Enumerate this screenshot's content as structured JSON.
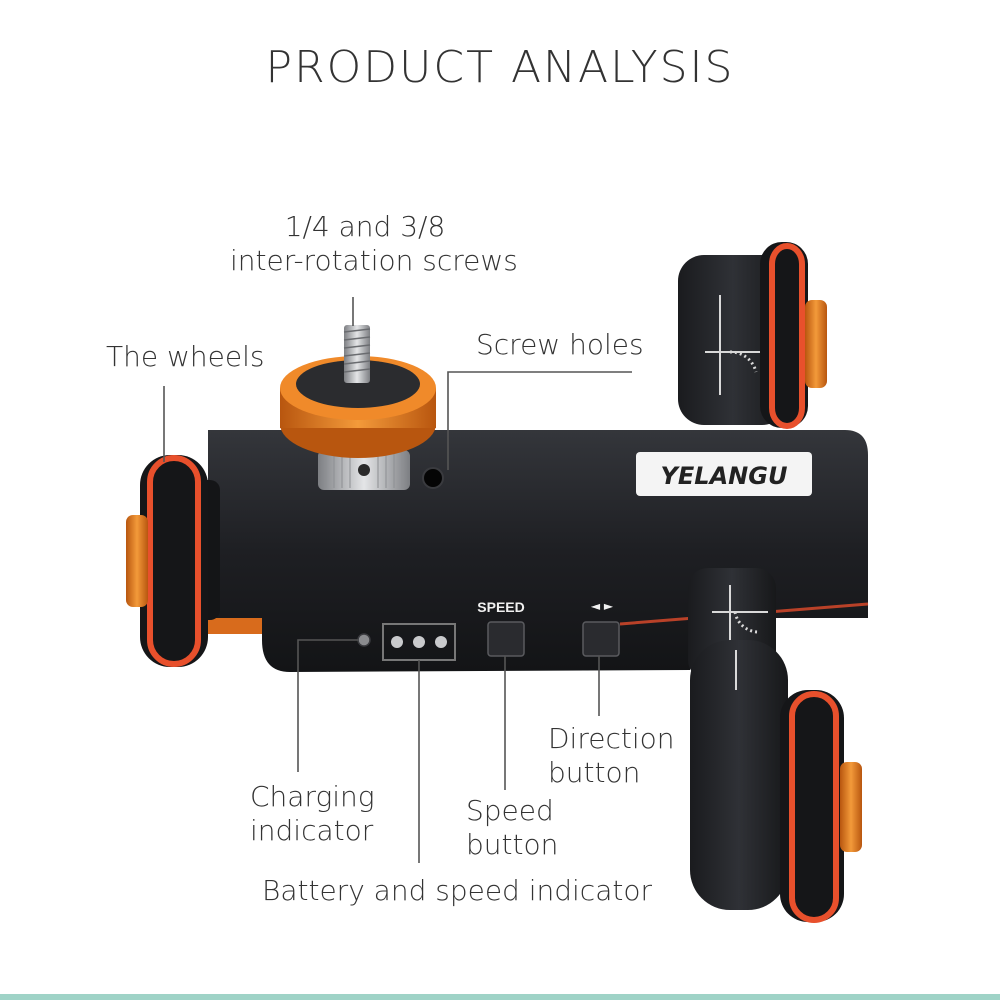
{
  "title": "PRODUCT  ANALYSIS",
  "brand": "YELANGU",
  "device_labels": {
    "speed": "SPEED",
    "direction_arrows": "◄ ►"
  },
  "callouts": {
    "screws": [
      "1/4 and 3/8",
      "inter-rotation screws"
    ],
    "wheels": "The wheels",
    "screw_holes": "Screw holes",
    "direction": [
      "Direction",
      "button"
    ],
    "charging": [
      "Charging",
      "indicator"
    ],
    "speed": [
      "Speed",
      "button"
    ],
    "battery": "Battery and speed indicator"
  },
  "colors": {
    "body": "#1c1d20",
    "accent_orange": "#e07a1c",
    "ring_red": "#e8502c",
    "line": "#555555",
    "text": "#333333"
  }
}
